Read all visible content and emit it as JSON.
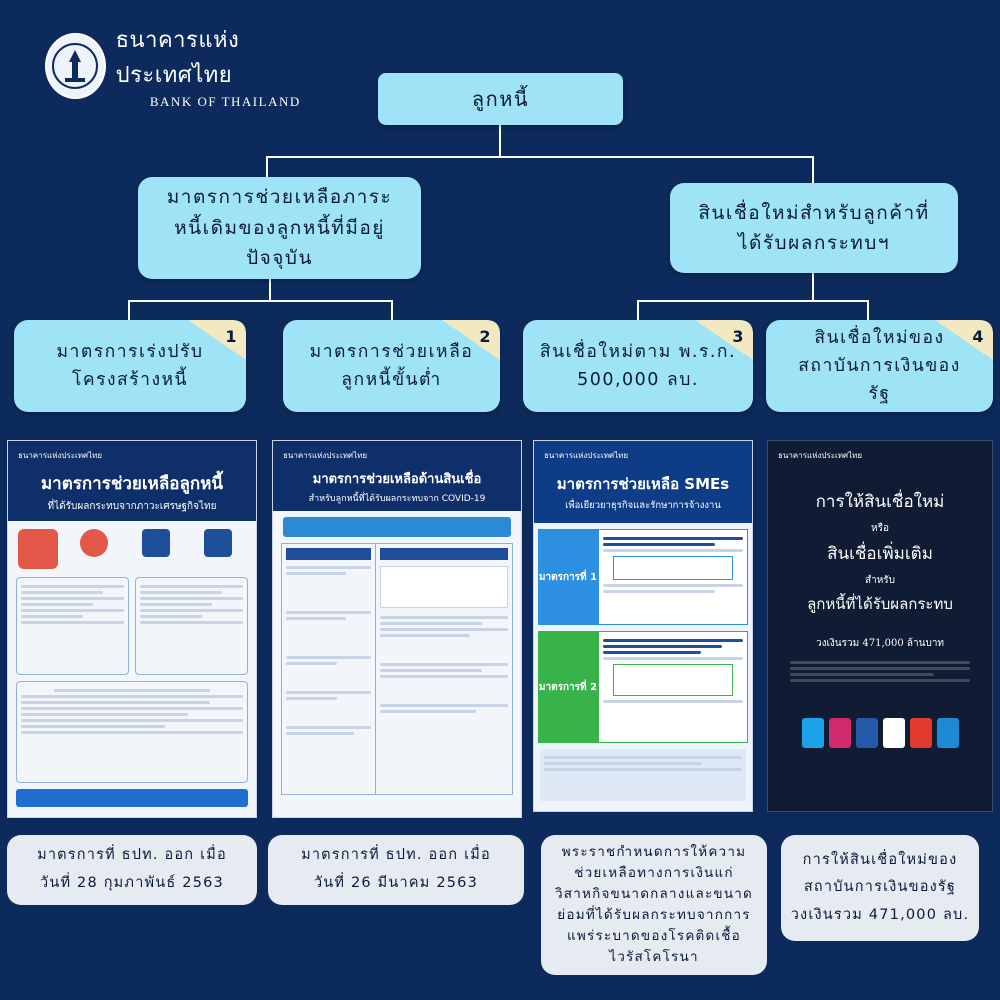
{
  "logo": {
    "thai": "ธนาคารแห่งประเทศไทย",
    "english": "BANK OF THAILAND"
  },
  "tree": {
    "root": "ลูกหนี้",
    "branch_a": "มาตรการช่วยเหลือภาระหนี้เดิมของลูกหนี้ที่มีอยู่ปัจจุบัน",
    "branch_b": "สินเชื่อใหม่สำหรับลูกค้าที่ได้รับผลกระทบฯ",
    "leaves": [
      {
        "label": "มาตรการเร่งปรับโครงสร้างหนี้",
        "number": "1"
      },
      {
        "label": "มาตรการช่วยเหลือลูกหนี้ขั้นต่ำ",
        "number": "2"
      },
      {
        "label": "สินเชื่อใหม่ตาม พ.ร.ก. 500,000 ลบ.",
        "number": "3"
      },
      {
        "label": "สินเชื่อใหม่ของสถาบันการเงินของรัฐ",
        "number": "4"
      }
    ]
  },
  "cards": {
    "card1": {
      "header": "ธนาคารแห่งประเทศไทย",
      "title": "มาตรการช่วยเหลือลูกหนี้",
      "subtitle": "ที่ได้รับผลกระทบจากภาวะเศรษฐกิจไทย"
    },
    "card2": {
      "header": "ธนาคารแห่งประเทศไทย",
      "title": "มาตรการช่วยเหลือด้านสินเชื่อ",
      "subtitle": "สำหรับลูกหนี้ที่ได้รับผลกระทบจาก COVID-19"
    },
    "card3": {
      "header": "ธนาคารแห่งประเทศไทย",
      "title": "มาตรการช่วยเหลือ SMEs",
      "subtitle": "เพื่อเยียวยาธุรกิจและรักษาการจ้างงาน",
      "row1": "มาตรการที่ 1",
      "row2": "มาตรการที่ 2"
    },
    "card4": {
      "header": "ธนาคารแห่งประเทศไทย",
      "line1": "การให้สินเชื่อใหม่",
      "line2": "หรือ",
      "line3": "สินเชื่อเพิ่มเติม",
      "line4": "สำหรับ",
      "line5": "ลูกหนี้ที่ได้รับผลกระทบ",
      "line6": "วงเงินรวม 471,000 ล้านบาท"
    }
  },
  "captions": [
    "มาตรการที่ ธปท. ออก เมื่อวันที่ 28 กุมภาพันธ์ 2563",
    "มาตรการที่ ธปท. ออก เมื่อวันที่ 26 มีนาคม 2563",
    "พระราชกำหนดการให้ความช่วยเหลือทางการเงินแก่วิสาหกิจขนาดกลางและขนาดย่อมที่ได้รับผลกระทบจากการแพร่ระบาดของโรคติดเชื้อไวรัสโคโรนา",
    "การให้สินเชื่อใหม่ของสถาบันการเงินของรัฐ วงเงินรวม 471,000 ลบ."
  ],
  "colors": {
    "background": "#0d2a5c",
    "box": "#9ee3f6",
    "caption": "#e6ebf2",
    "badge": "#f3e9c0"
  }
}
